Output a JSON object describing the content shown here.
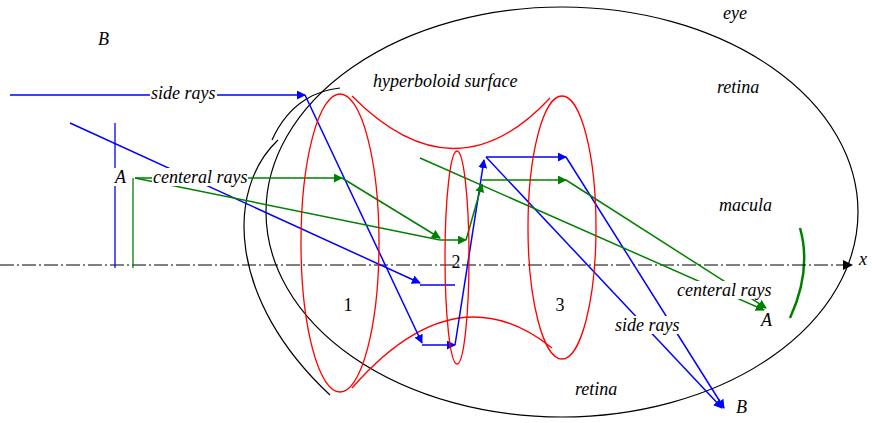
{
  "diagram": {
    "nodes": [
      {
        "text": [
          "1"
        ]
      },
      {
        "text": [
          "2"
        ]
      },
      {
        "text": [
          "3"
        ]
      }
    ],
    "labels": [
      "B",
      "side rays",
      "hyperboloid surface",
      "eye",
      "retina",
      "A",
      "centeral rays",
      "macula",
      "x",
      "centeral rays",
      "side rays",
      "A",
      "B",
      "retina"
    ]
  }
}
